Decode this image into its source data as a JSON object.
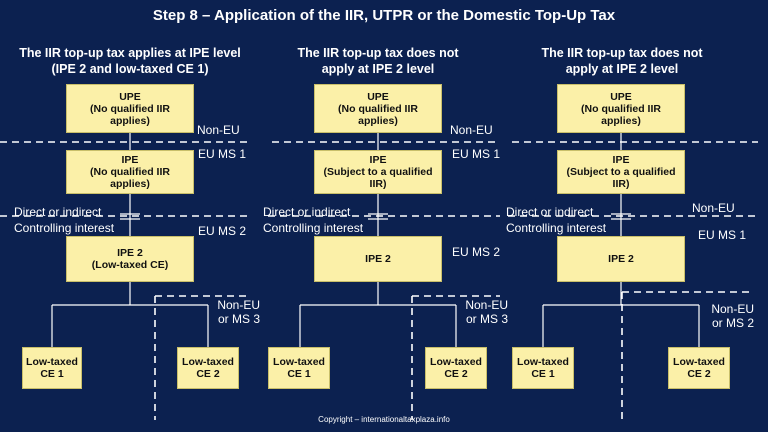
{
  "title": "Step 8 – Application of the IIR, UTPR or the Domestic Top-Up Tax",
  "copyright": "Copyright – internationaltaxplaza.info",
  "columns": [
    {
      "heading_line1": "The IIR top-up tax applies at IPE level",
      "heading_line2": "(IPE 2 and low-taxed CE 1)",
      "upe": [
        "UPE",
        "(No qualified IIR",
        "applies)"
      ],
      "ipe": [
        "IPE",
        "(No qualified IIR",
        "applies)"
      ],
      "ipe2": [
        "IPE 2",
        "(Low-taxed CE)"
      ],
      "ce1": [
        "Low-taxed",
        "CE 1"
      ],
      "ce2": [
        "Low-taxed",
        "CE 2"
      ],
      "label_noneu": "Non-EU",
      "label_ms1": "EU MS 1",
      "label_ms2": "EU MS 2",
      "label_direct": "Direct or indirect",
      "label_controlling": "Controlling interest",
      "label_ce2_a": "Non-EU",
      "label_ce2_b": "or MS 3"
    },
    {
      "heading_line1": "The IIR top-up tax does not",
      "heading_line2": "apply at IPE 2 level",
      "upe": [
        "UPE",
        "(No qualified IIR",
        "applies)"
      ],
      "ipe": [
        "IPE",
        "(Subject to a qualified",
        "IIR)"
      ],
      "ipe2": [
        "IPE 2"
      ],
      "ce1": [
        "Low-taxed",
        "CE 1"
      ],
      "ce2": [
        "Low-taxed",
        "CE 2"
      ],
      "label_noneu": "Non-EU",
      "label_ms1": "EU MS 1",
      "label_ms2": "EU MS 2",
      "label_direct": "Direct or indirect",
      "label_controlling": "Controlling interest",
      "label_ce2_a": "Non-EU",
      "label_ce2_b": "or MS 3"
    },
    {
      "heading_line1": "The IIR top-up tax does not",
      "heading_line2": "apply at IPE 2 level",
      "upe": [
        "UPE",
        "(No qualified IIR",
        "applies)"
      ],
      "ipe": [
        "IPE",
        "(Subject to a qualified",
        "IIR)"
      ],
      "ipe2": [
        "IPE 2"
      ],
      "ce1": [
        "Low-taxed",
        "CE 1"
      ],
      "ce2": [
        "Low-taxed",
        "CE 2"
      ],
      "label_noneu": "Non-EU",
      "label_ms1": "EU MS 1",
      "label_direct": "Direct or indirect",
      "label_controlling": "Controlling interest",
      "label_ce2_a": "Non-EU",
      "label_ce2_b": "or MS 2"
    }
  ],
  "colors": {
    "background": "#0c2150",
    "box_fill": "#fbf0a8",
    "line": "#ffffff"
  }
}
